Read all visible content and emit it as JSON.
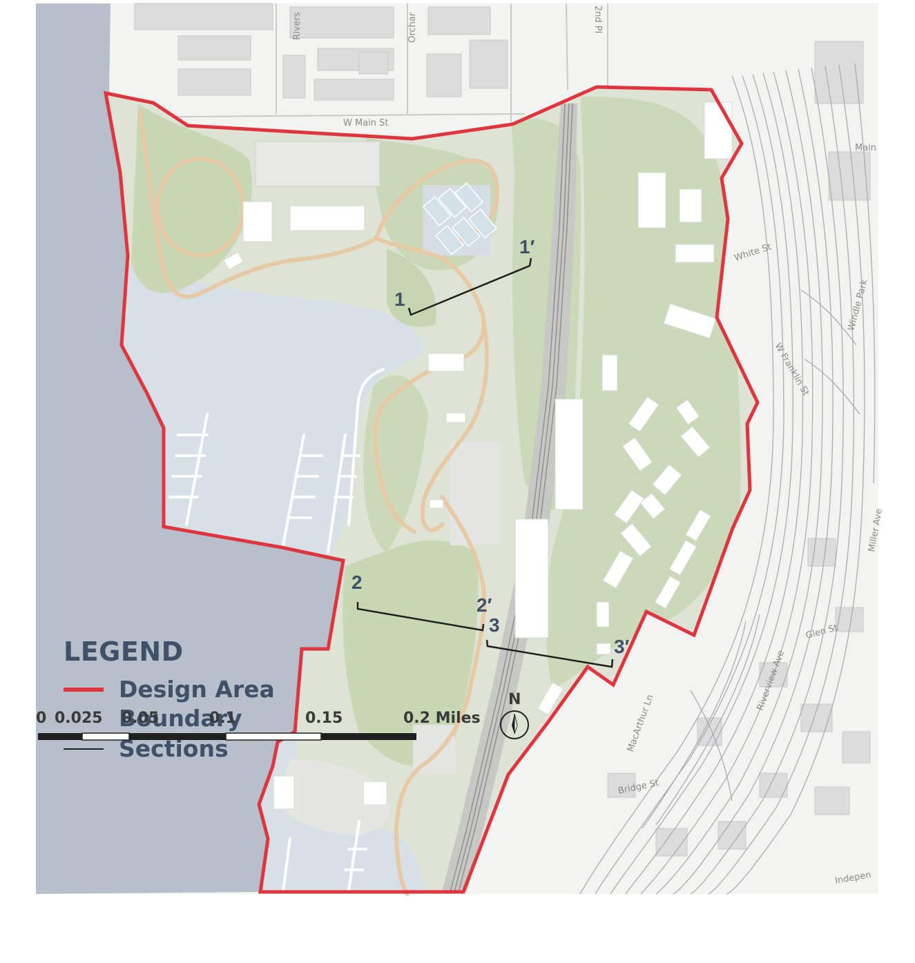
{
  "streets": {
    "w_main_st": "W Main St",
    "rivers": "Rivers",
    "orchard": "Orchar",
    "second_pl": "2nd Pl",
    "main": "Main",
    "white_st": "White St",
    "windle_park": "Windle Park",
    "w_franklin_st": "W Franklin St",
    "miller_ave": "Miller Ave",
    "glen_st": "Glen St",
    "riverview_ave": "Riverview Ave",
    "macarthur_ln": "MacArthur Ln",
    "bridge_st": "Bridge St",
    "independence": "Indepen"
  },
  "sections": [
    {
      "start": "1",
      "end": "1′"
    },
    {
      "start": "2",
      "end": "2′"
    },
    {
      "start": "3",
      "end": "3′"
    }
  ],
  "legend": {
    "title": "LEGEND",
    "items": [
      {
        "label_line1": "Design Area",
        "label_line2": "Boundary",
        "color": "#e0353e"
      },
      {
        "label_line1": "Sections",
        "label_line2": "",
        "color": "#1f1f1f"
      }
    ]
  },
  "scale_bar": {
    "ticks": [
      "0",
      "0.025",
      "0.05",
      "0.1",
      "0.15",
      "0.2 Miles"
    ],
    "values": [
      0,
      0.025,
      0.05,
      0.1,
      0.15,
      0.2
    ],
    "units": "Miles"
  },
  "north_arrow": {
    "label": "N"
  },
  "colors": {
    "boundary": "#e0353e",
    "water": "#b7bfcb",
    "inner_water": "#d6e0e6",
    "vegetation": "#cad9b7",
    "paths": "#e8c9a6",
    "legend_text": "#3f5068"
  }
}
